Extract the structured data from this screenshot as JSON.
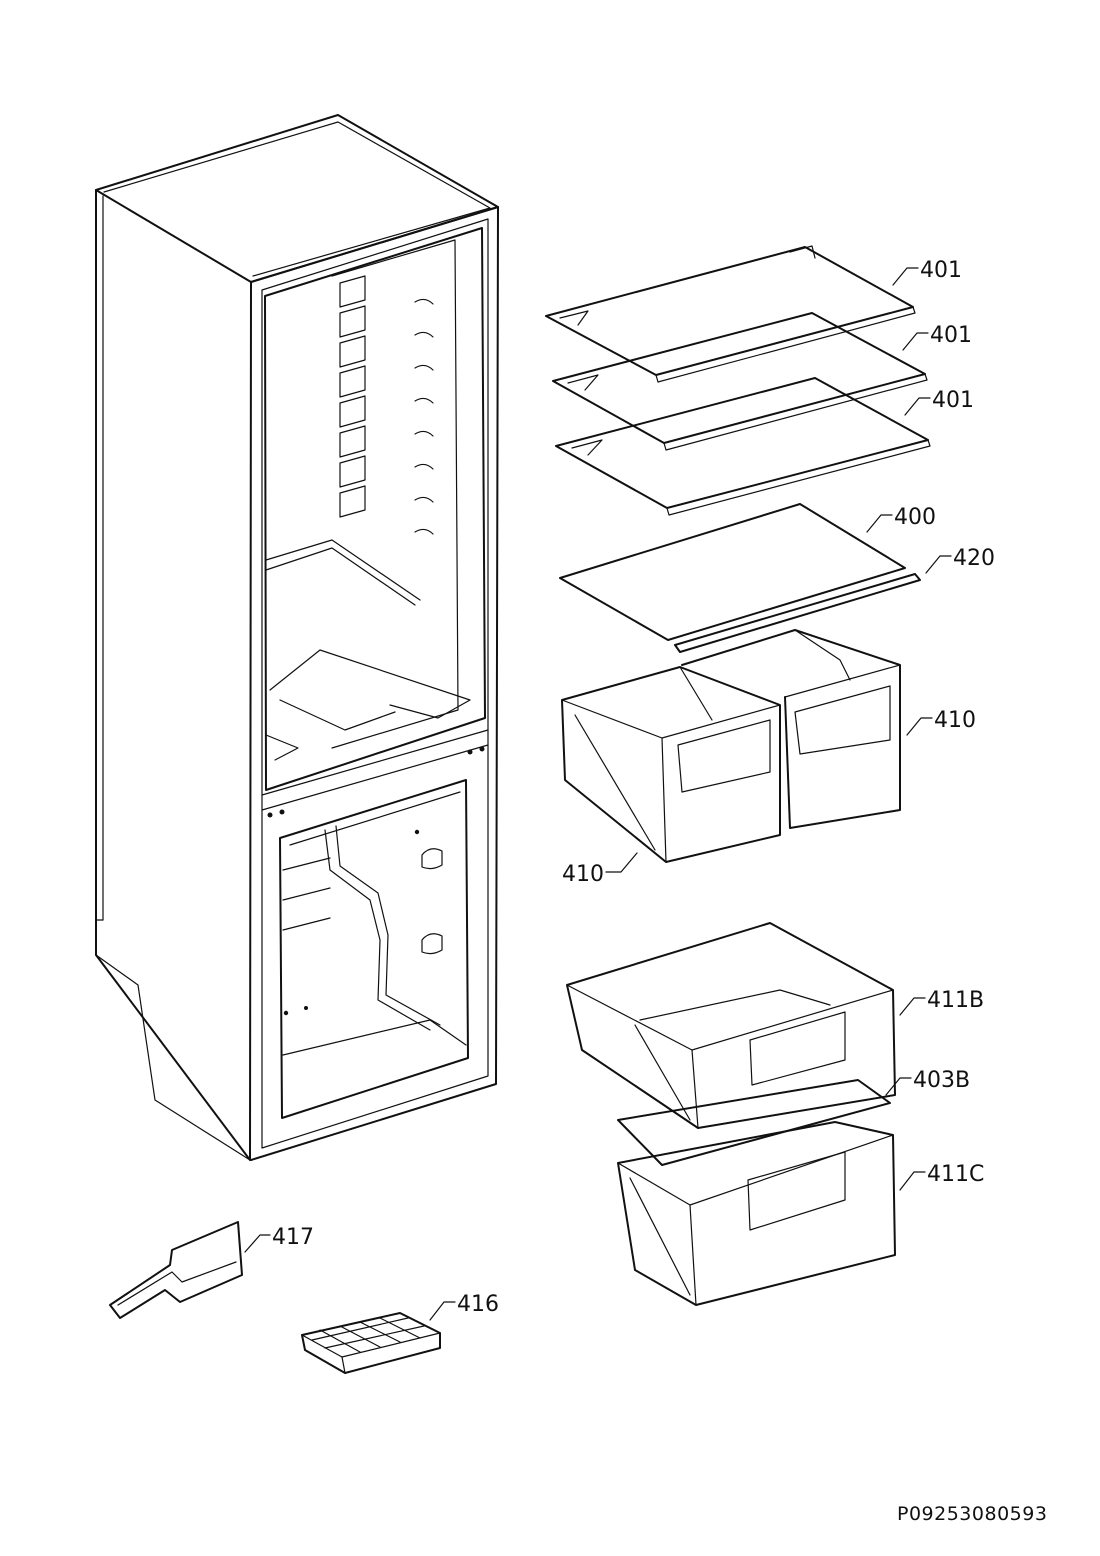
{
  "labels": {
    "shelf_1": "401",
    "shelf_2": "401",
    "shelf_3": "401",
    "shelf_glass": "400",
    "shelf_trim": "420",
    "crisper_right": "410",
    "crisper_left": "410",
    "freezer_drawer_upper": "411B",
    "freezer_shelf": "403B",
    "freezer_drawer_lower": "411C",
    "ice_scoop": "417",
    "ice_tray": "416"
  },
  "document_code": "P09253080593"
}
